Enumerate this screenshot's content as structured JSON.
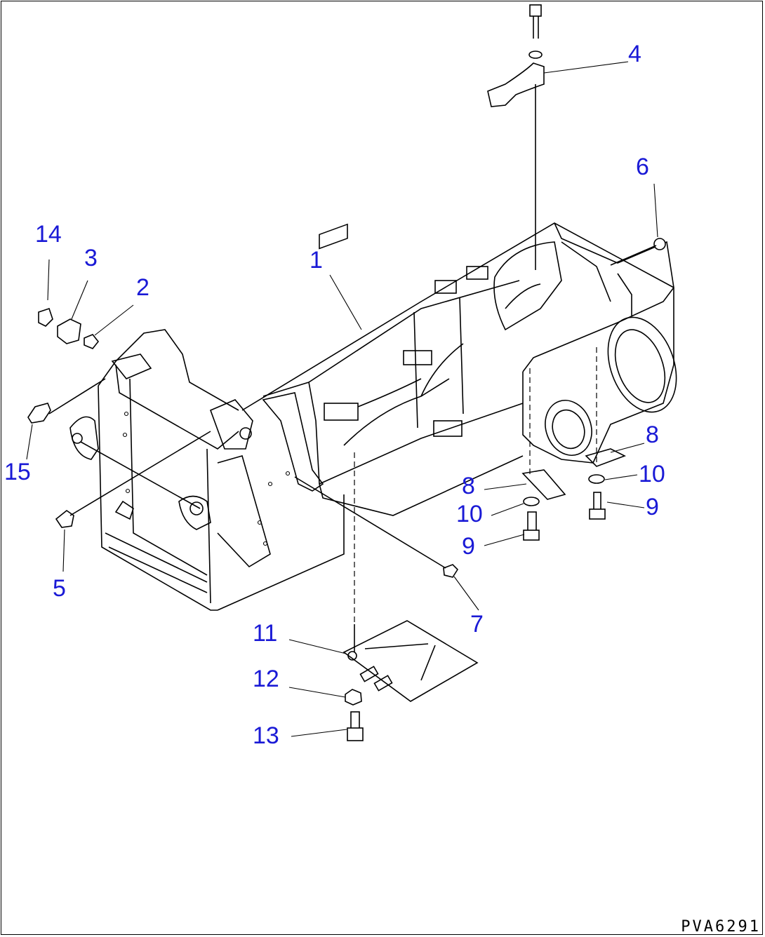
{
  "diagram": {
    "drawing_code": "PVA6291",
    "callouts": [
      {
        "id": "c1",
        "label": "1"
      },
      {
        "id": "c2",
        "label": "2"
      },
      {
        "id": "c3",
        "label": "3"
      },
      {
        "id": "c4",
        "label": "4"
      },
      {
        "id": "c5",
        "label": "5"
      },
      {
        "id": "c6",
        "label": "6"
      },
      {
        "id": "c7",
        "label": "7"
      },
      {
        "id": "c8a",
        "label": "8"
      },
      {
        "id": "c8b",
        "label": "8"
      },
      {
        "id": "c9a",
        "label": "9"
      },
      {
        "id": "c9b",
        "label": "9"
      },
      {
        "id": "c10a",
        "label": "10"
      },
      {
        "id": "c10b",
        "label": "10"
      },
      {
        "id": "c11",
        "label": "11"
      },
      {
        "id": "c12",
        "label": "12"
      },
      {
        "id": "c13",
        "label": "13"
      },
      {
        "id": "c14",
        "label": "14"
      },
      {
        "id": "c15",
        "label": "15"
      }
    ],
    "colors": {
      "callout": "#1a1ad6",
      "line": "#000000",
      "background": "#ffffff"
    }
  }
}
